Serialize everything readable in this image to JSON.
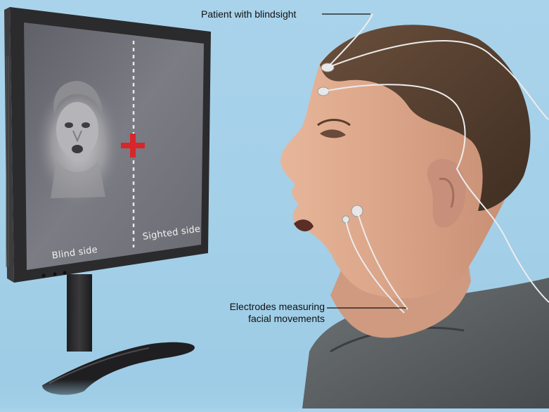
{
  "labels": {
    "patient": "Patient with blindsight",
    "electrodes_line1": "Electrodes measuring",
    "electrodes_line2": "facial movements",
    "blind_side": "Blind side",
    "sighted_side": "Sighted side"
  },
  "colors": {
    "background": "#a6d1ea",
    "fixation_cross": "#d8262b",
    "monitor_bezel": "#2c2c2e",
    "screen": "#7a7a80"
  }
}
